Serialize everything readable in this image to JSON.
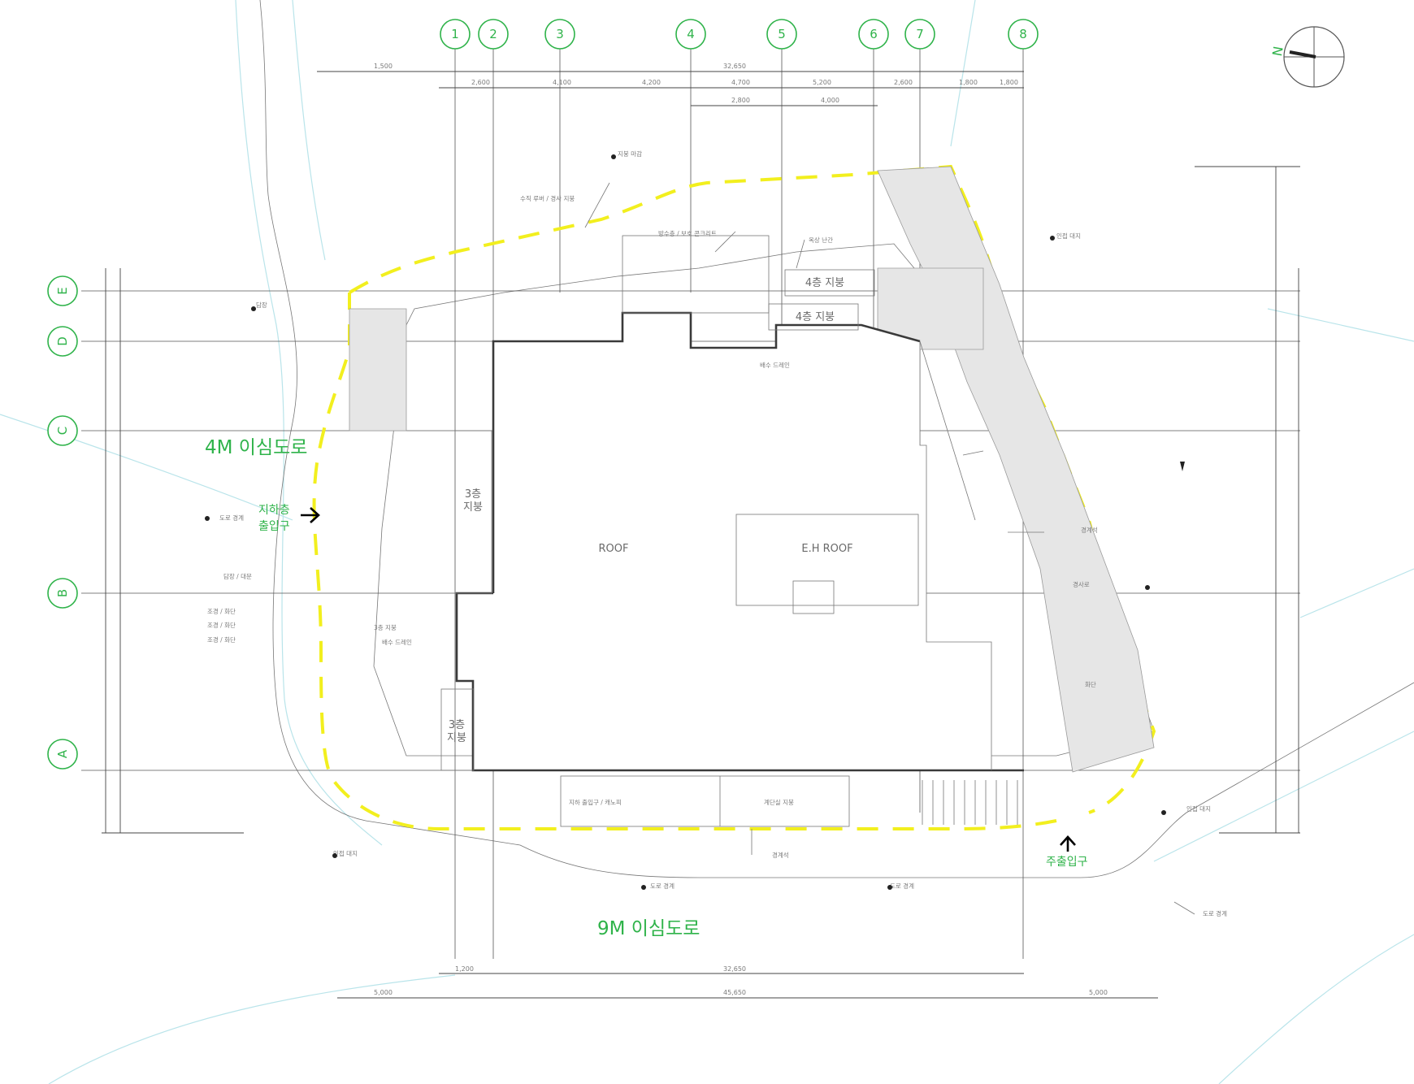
{
  "grid_columns": [
    "1",
    "2",
    "3",
    "4",
    "5",
    "6",
    "7",
    "8"
  ],
  "grid_rows": [
    "E",
    "D",
    "C",
    "B",
    "A"
  ],
  "labels": {
    "roof": "ROOF",
    "eh_roof": "E.H ROOF",
    "road_west": "4M 이심도로",
    "road_south": "9M 이심도로",
    "entry_vehicle_line1": "지하층",
    "entry_vehicle_line2": "출입구",
    "entry_main": "주출입구",
    "room_4f_a": "4층 지붕",
    "room_4f_b": "4층 지붕",
    "room_side_a_1": "3층",
    "room_side_a_2": "지붕",
    "room_side_b_1": "3층",
    "room_side_b_2": "지붕",
    "north": "N"
  },
  "colors": {
    "grid": "#2fb34a",
    "boundary_dash": "#f2ef1e",
    "building": "#3a3a3a",
    "context": "#b9e4ea"
  }
}
